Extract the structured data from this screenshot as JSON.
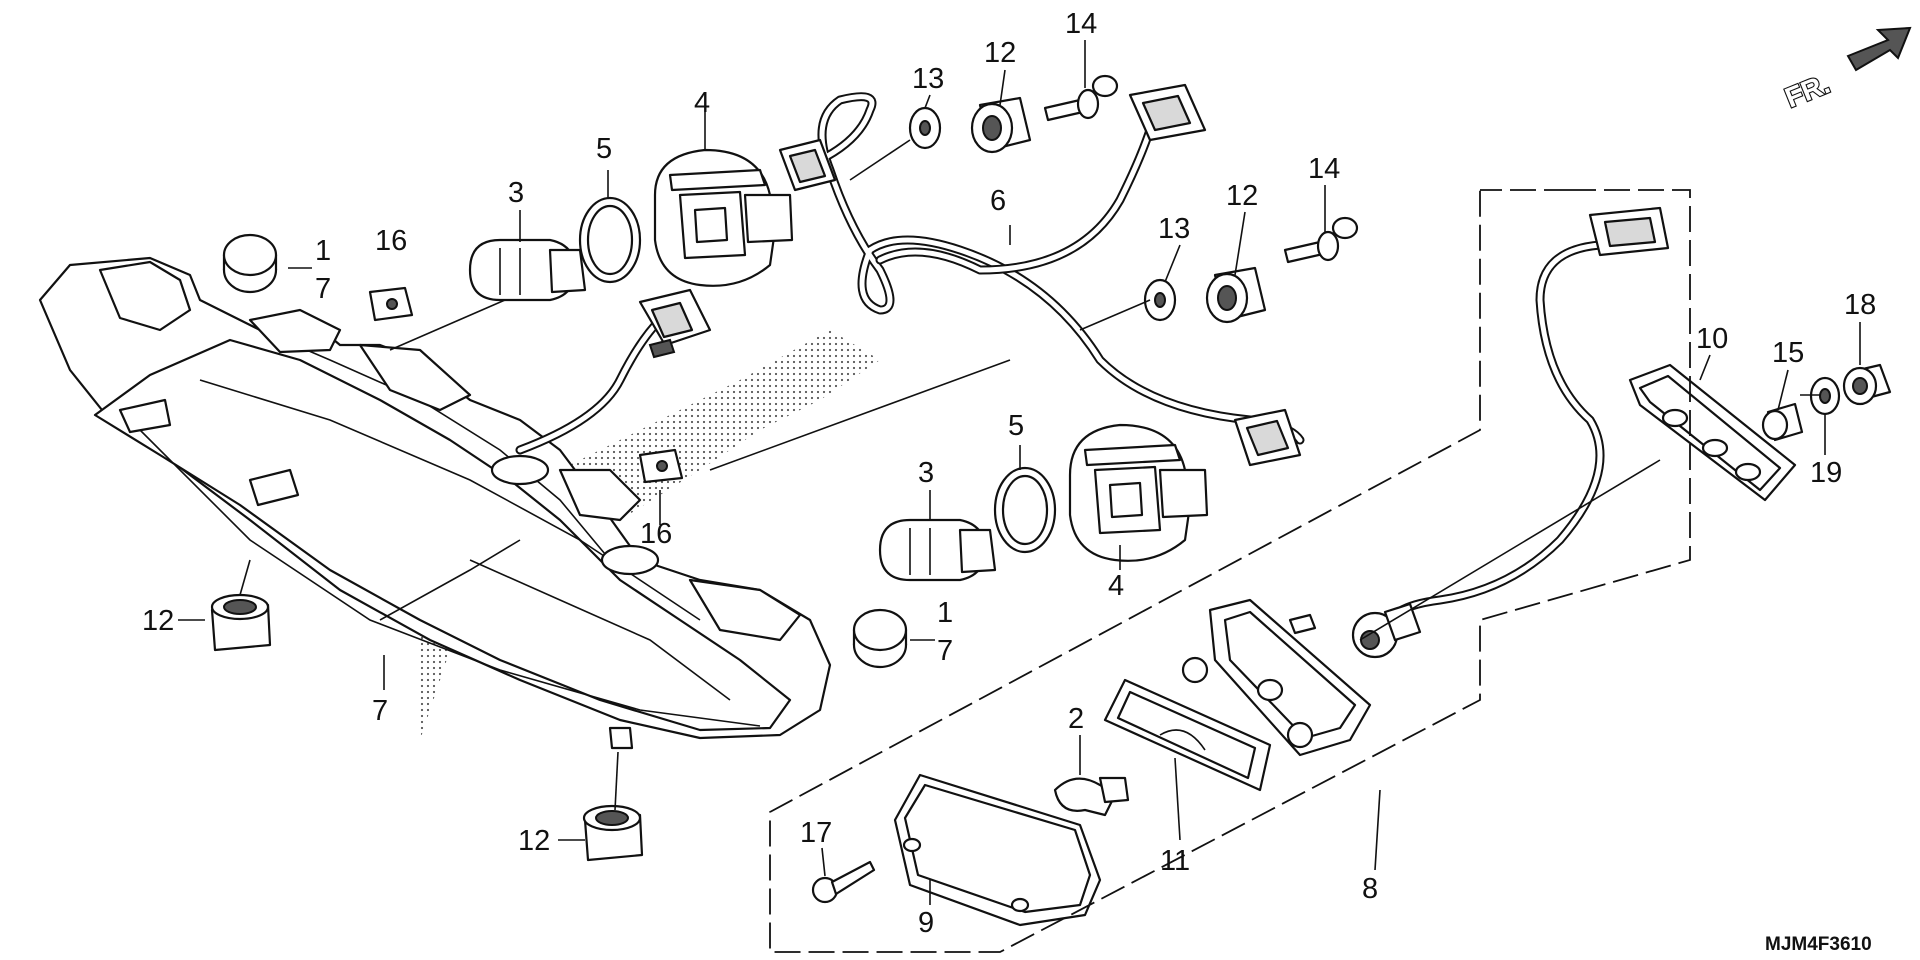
{
  "direction": {
    "label": "FR."
  },
  "diagram_code": "MJM4F3610",
  "callouts": [
    {
      "id": "c1a",
      "text": "1"
    },
    {
      "id": "c7a",
      "text": "7"
    },
    {
      "id": "c16a",
      "text": "16"
    },
    {
      "id": "c3a",
      "text": "3"
    },
    {
      "id": "c5a",
      "text": "5"
    },
    {
      "id": "c4a",
      "text": "4"
    },
    {
      "id": "c13a",
      "text": "13"
    },
    {
      "id": "c12a",
      "text": "12"
    },
    {
      "id": "c14a",
      "text": "14"
    },
    {
      "id": "c6",
      "text": "6"
    },
    {
      "id": "c13b",
      "text": "13"
    },
    {
      "id": "c12b",
      "text": "12"
    },
    {
      "id": "c14b",
      "text": "14"
    },
    {
      "id": "c5b",
      "text": "5"
    },
    {
      "id": "c3b",
      "text": "3"
    },
    {
      "id": "c4b",
      "text": "4"
    },
    {
      "id": "c16b",
      "text": "16"
    },
    {
      "id": "c1b",
      "text": "1"
    },
    {
      "id": "c7b",
      "text": "7"
    },
    {
      "id": "c12c",
      "text": "12"
    },
    {
      "id": "c7c",
      "text": "7"
    },
    {
      "id": "c12d",
      "text": "12"
    },
    {
      "id": "c18",
      "text": "18"
    },
    {
      "id": "c10",
      "text": "10"
    },
    {
      "id": "c15",
      "text": "15"
    },
    {
      "id": "c19",
      "text": "19"
    },
    {
      "id": "c2",
      "text": "2"
    },
    {
      "id": "c11",
      "text": "11"
    },
    {
      "id": "c8",
      "text": "8"
    },
    {
      "id": "c17",
      "text": "17"
    },
    {
      "id": "c9",
      "text": "9"
    }
  ]
}
